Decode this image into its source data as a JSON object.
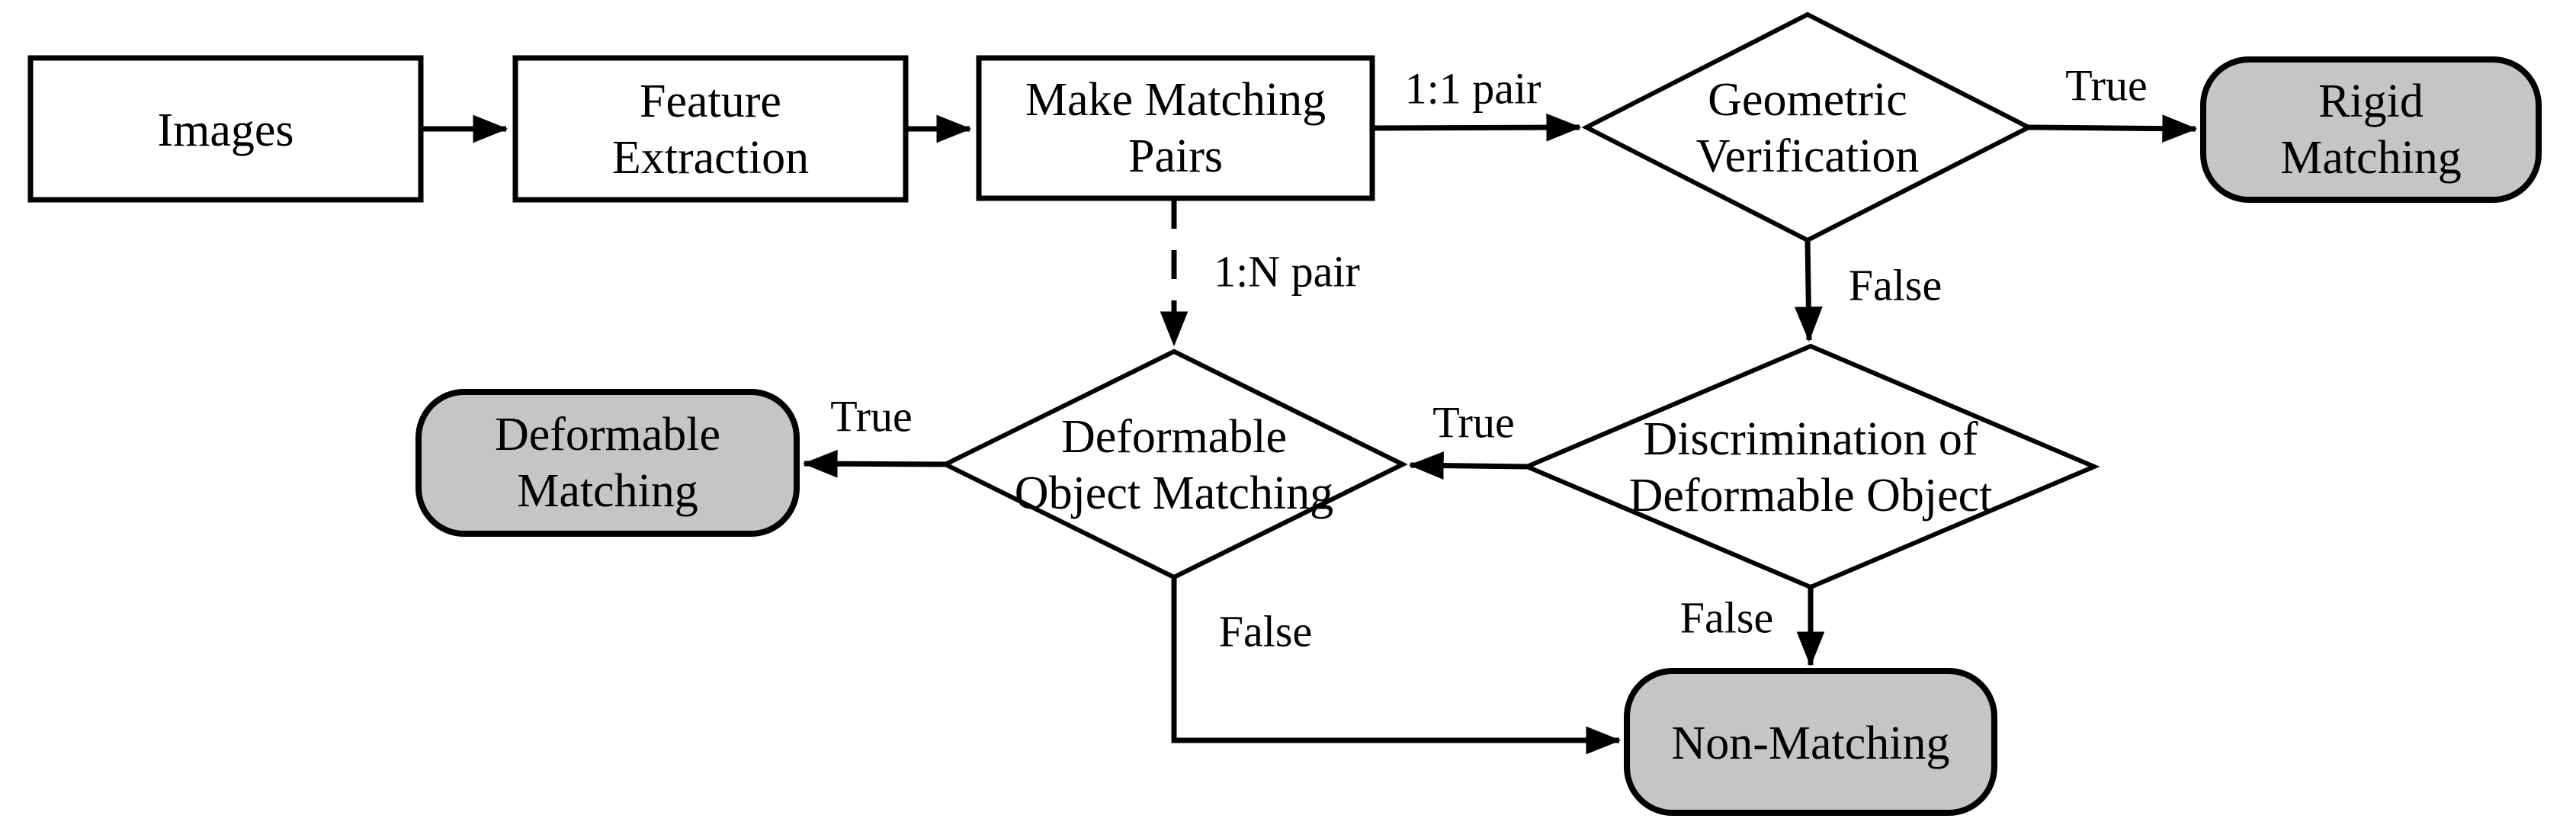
{
  "colors": {
    "green": "#22B14C",
    "blue": "#2376CC",
    "red": "#FF0000",
    "terminal_fill": "#C5C5C5",
    "process_fill": "#FFFFFF",
    "line": "#000000"
  },
  "nodes": {
    "images": {
      "lines": [
        "Images"
      ]
    },
    "feature_extraction": {
      "lines": [
        "Feature",
        "Extraction"
      ]
    },
    "make_matching_pairs": {
      "lines": [
        "Make Matching",
        "Pairs"
      ]
    },
    "geometric_verification": {
      "lines": [
        "Geometric",
        "Verification"
      ]
    },
    "rigid_matching": {
      "lines": [
        "Rigid",
        "Matching"
      ]
    },
    "deformable_object_matching": {
      "lines": [
        "Deformable",
        "Object Matching"
      ]
    },
    "discrimination_of_deformable_object": {
      "lines": [
        "Discrimination of",
        "Deformable Object"
      ]
    },
    "deformable_matching": {
      "lines": [
        "Deformable",
        "Matching"
      ]
    },
    "non_matching": {
      "lines": [
        "Non-Matching"
      ]
    }
  },
  "edge_labels": {
    "pair_1_1": "1:1 pair",
    "pair_1_n": "1:N pair",
    "geometric_true": "True",
    "geometric_false": "False",
    "discrimination_true": "True",
    "discrimination_false": "False",
    "dom_true": "True",
    "dom_false": "False"
  }
}
